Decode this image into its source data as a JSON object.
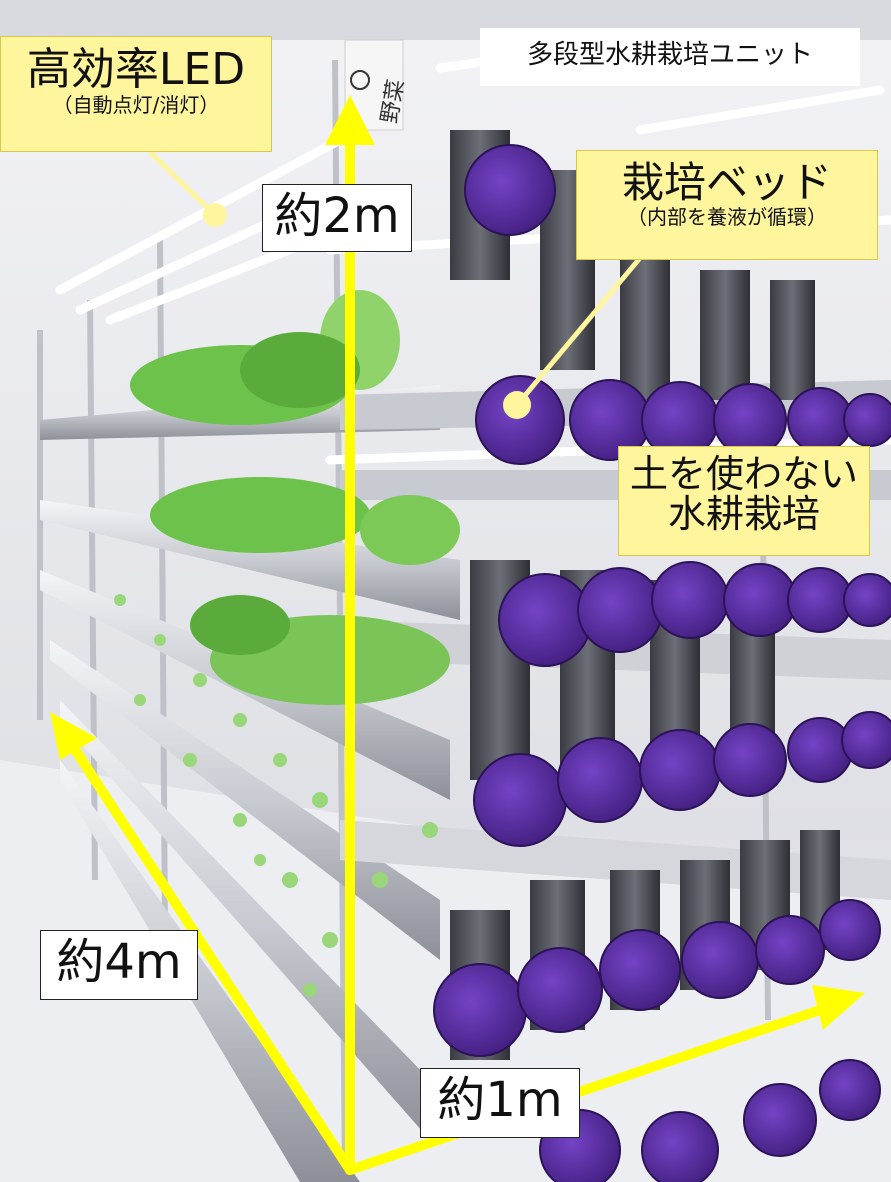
{
  "labels": {
    "led_title": "高効率LED",
    "led_sub": "（自動点灯/消灯）",
    "unit_title": "多段型水耕栽培ユニット",
    "bed_title": "栽培ベッド",
    "bed_sub": "（内部を養液が循環）",
    "soil_line1": "土を使わない",
    "soil_line2": "水耕栽培",
    "height": "約2m",
    "length": "約4m",
    "depth": "約1m",
    "signboard": "野菜"
  },
  "colors": {
    "arrow": "#ffff00",
    "callout_box": "#fff59d",
    "pipe_cap": "#5b2ea6",
    "pipe_body": "#c9cbd2",
    "lettuce": "#6cc24a",
    "led_tube": "#ffffff"
  }
}
